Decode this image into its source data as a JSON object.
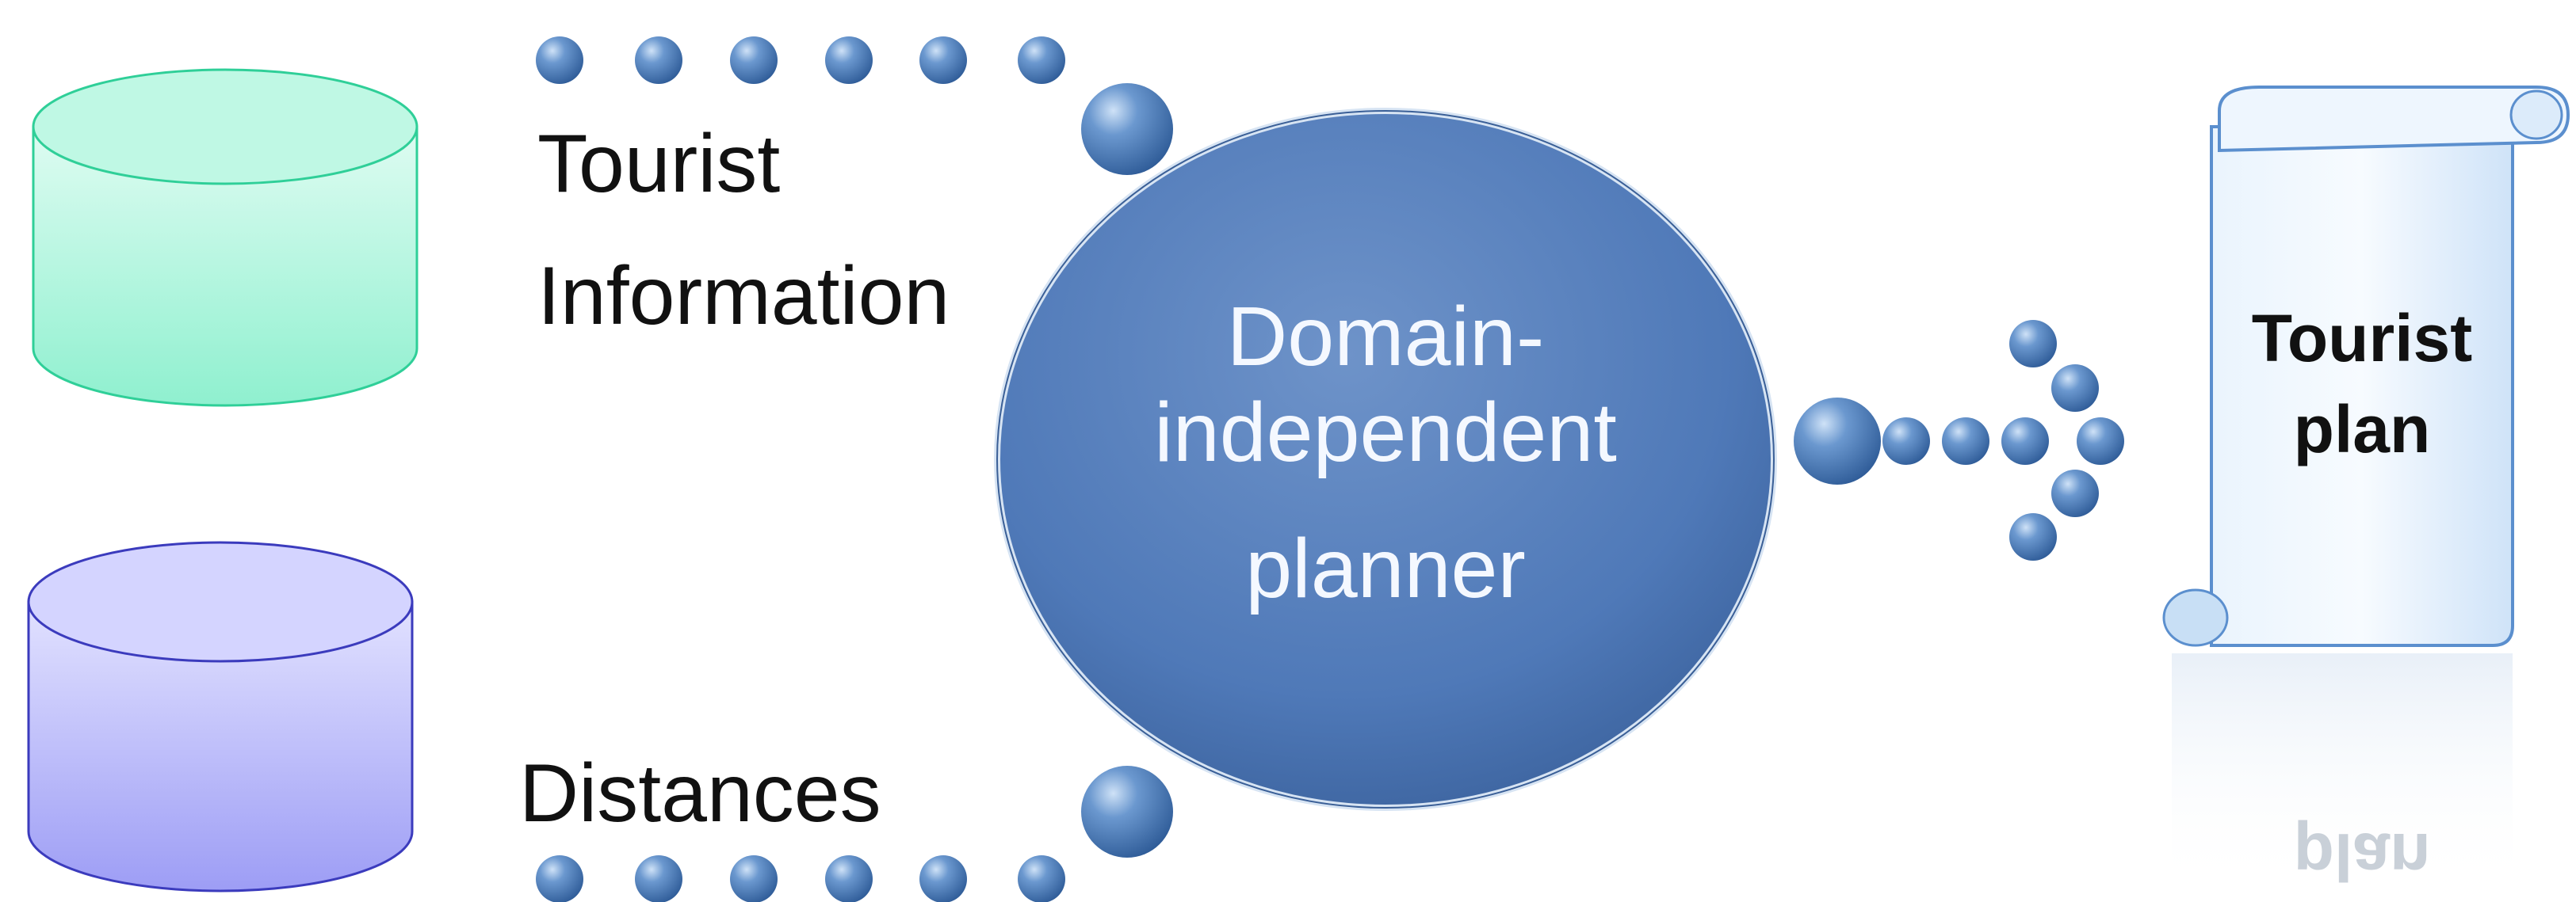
{
  "inputs": [
    {
      "label": "Tourist",
      "label_line2": "Information",
      "cylinder_color": "#8ff0cf"
    },
    {
      "label": "Distances",
      "cylinder_color": "#a3a3f5"
    }
  ],
  "planner": {
    "line1": "Domain-",
    "line2": "independent",
    "line3": "planner",
    "color": "#4f79b8"
  },
  "output": {
    "line1": "Tourist",
    "line2": "plan",
    "reflection_text": "plan"
  },
  "colors": {
    "bead": "#3f6fae",
    "scroll": "#d9ebfb",
    "text": "#111111"
  }
}
